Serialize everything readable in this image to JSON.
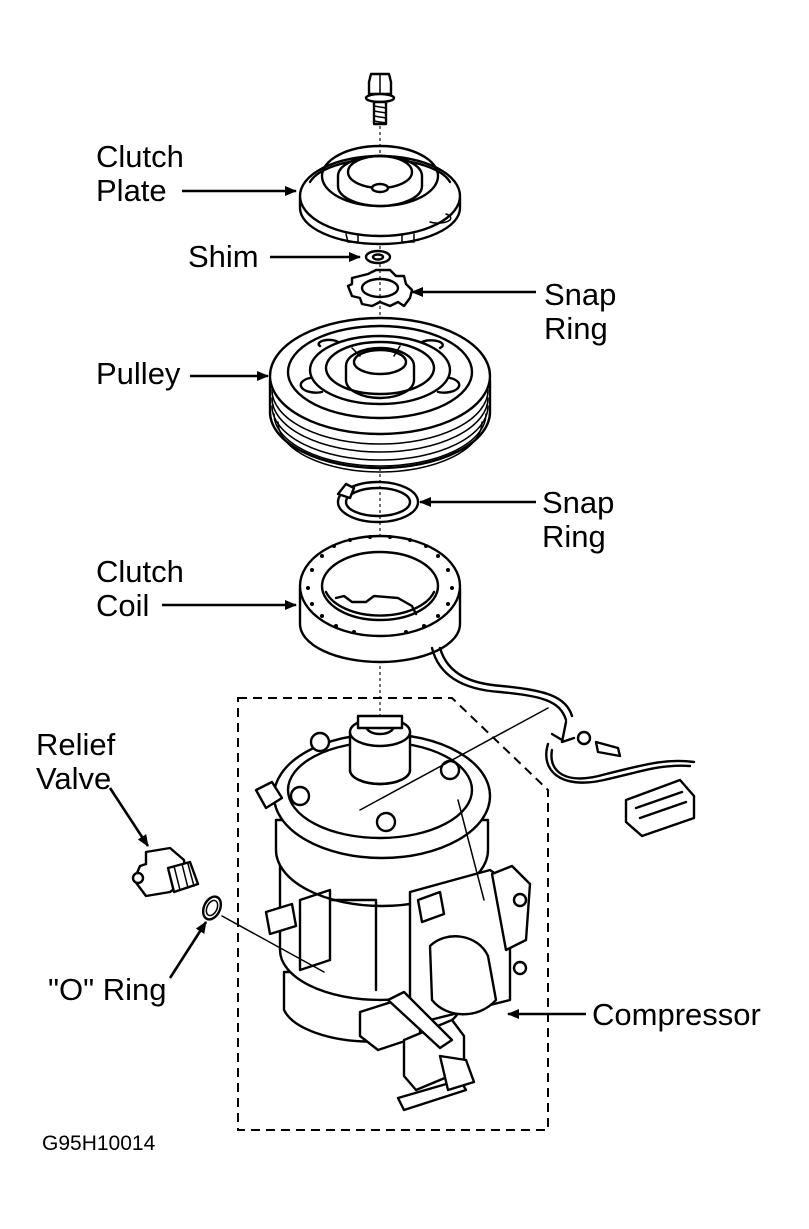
{
  "labels": {
    "clutch_plate": [
      "Clutch",
      "Plate"
    ],
    "shim": "Shim",
    "snap_ring_upper": [
      "Snap",
      "Ring"
    ],
    "pulley": "Pulley",
    "snap_ring_lower": [
      "Snap",
      "Ring"
    ],
    "clutch_coil": [
      "Clutch",
      "Coil"
    ],
    "relief_valve": [
      "Relief",
      "Valve"
    ],
    "o_ring": "\"O\" Ring",
    "compressor": "Compressor"
  },
  "figure_id": "G95H10014"
}
